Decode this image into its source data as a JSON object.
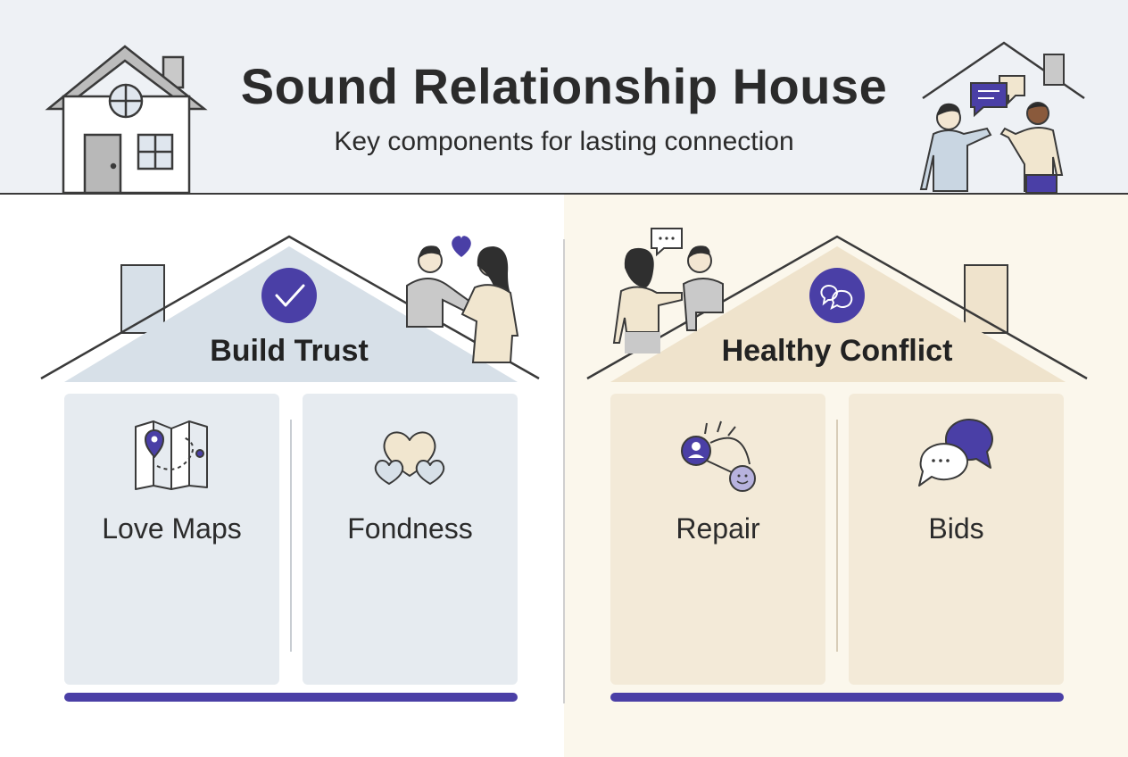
{
  "header": {
    "title": "Sound Relationship House",
    "subtitle": "Key components for lasting connection"
  },
  "houses": [
    {
      "roof_label": "Build Trust",
      "roof_icon": "check-circle-icon",
      "rooms": [
        {
          "label": "Love Maps",
          "icon": "folded-map-icon"
        },
        {
          "label": "Fondness",
          "icon": "three-hearts-icon"
        }
      ]
    },
    {
      "roof_label": "Healthy Conflict",
      "roof_icon": "speech-bubbles-icon",
      "rooms": [
        {
          "label": "Repair",
          "icon": "connected-people-icon"
        },
        {
          "label": "Bids",
          "icon": "chat-bubbles-icon"
        }
      ]
    }
  ],
  "colors": {
    "accent": "#4a3fa6",
    "trust_fill": "#d7e0e8",
    "conflict_fill": "#efe3cc",
    "trust_room": "#e6ebf0",
    "conflict_room": "#f3ead8"
  }
}
